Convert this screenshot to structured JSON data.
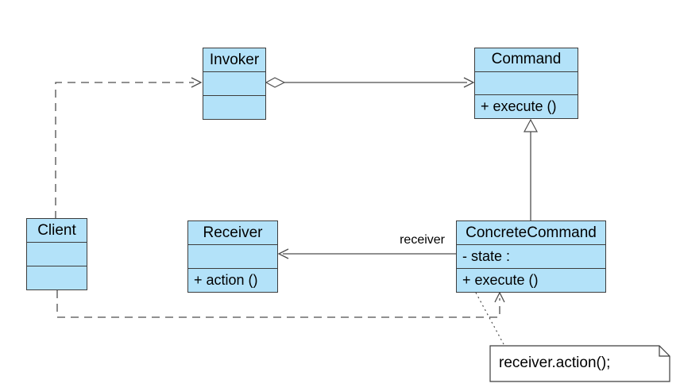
{
  "classes": {
    "invoker": {
      "name": "Invoker"
    },
    "command": {
      "name": "Command",
      "operations": "+ execute ()"
    },
    "client": {
      "name": "Client"
    },
    "receiver": {
      "name": "Receiver",
      "operations": "+ action ()"
    },
    "concrete_command": {
      "name": "ConcreteCommand",
      "attributes": "- state :",
      "operations": "+ execute ()"
    }
  },
  "relationships": {
    "association_role_label": "receiver"
  },
  "note": {
    "text": "receiver.action();"
  },
  "colors": {
    "class_fill": "#B3E2F9",
    "class_border": "#3D3D3D",
    "connector": "#4D4D4D",
    "text": "#000000",
    "note_fill": "#FFFFFF",
    "background": "#FFFFFF"
  }
}
